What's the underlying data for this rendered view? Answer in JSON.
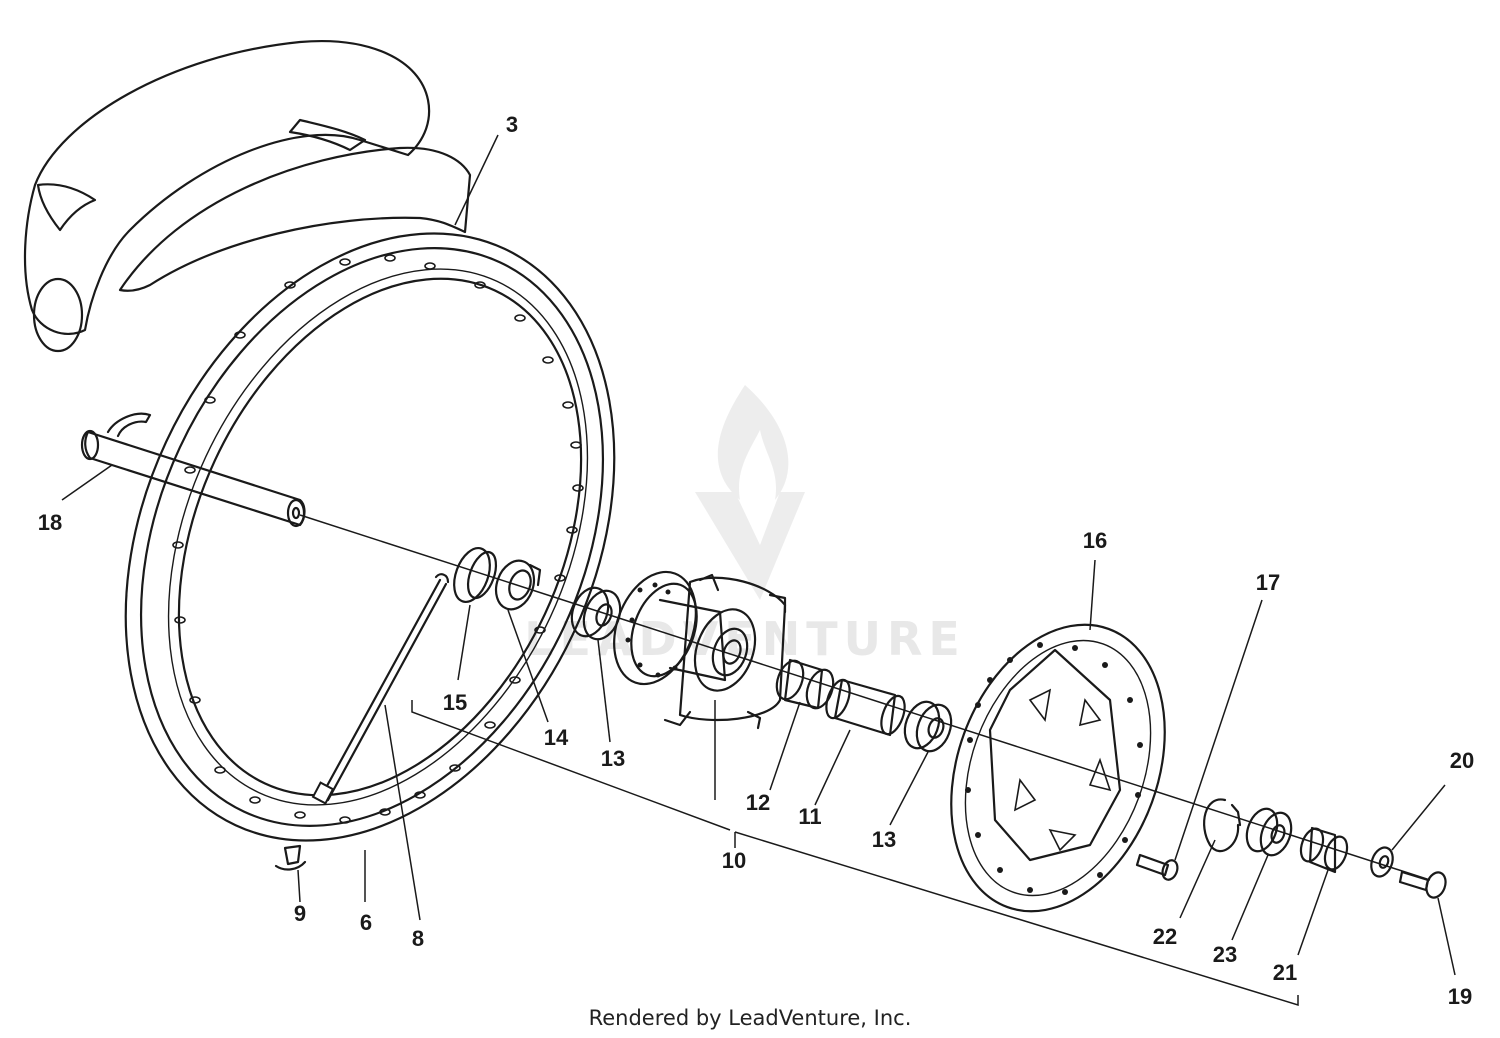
{
  "watermark": {
    "text": "LEADVENTURE"
  },
  "footer": {
    "text": "Rendered by LeadVenture, Inc."
  },
  "labels": {
    "l3": "3",
    "l18": "18",
    "l15": "15",
    "l14": "14",
    "l13a": "13",
    "l12": "12",
    "l11": "11",
    "l13b": "13",
    "l10": "10",
    "l16": "16",
    "l17": "17",
    "l20": "20",
    "l22": "22",
    "l23": "23",
    "l21": "21",
    "l19": "19",
    "l9": "9",
    "l6": "6",
    "l8": "8"
  },
  "colors": {
    "ink": "#1a1a1a",
    "watermark": "#e6e6e6",
    "background": "#ffffff"
  }
}
